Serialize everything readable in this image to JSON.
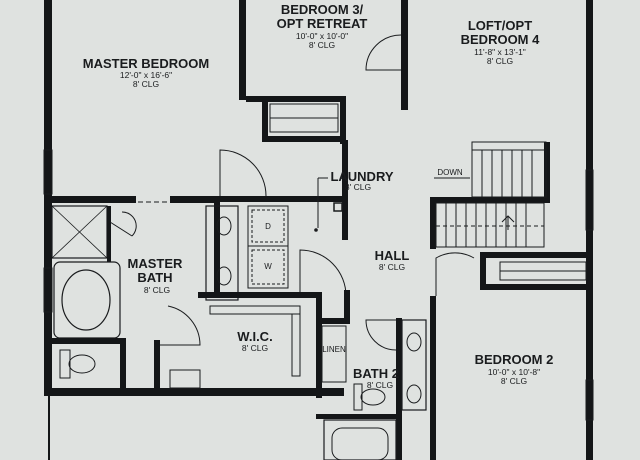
{
  "rooms": {
    "master_bedroom": {
      "name": "MASTER BEDROOM",
      "size": "12'-0\" x 16'-6\"",
      "ceiling": "8' CLG"
    },
    "bedroom3": {
      "name_line1": "BEDROOM 3/",
      "name_line2": "OPT RETREAT",
      "size": "10'-0\" x 10'-0\"",
      "ceiling": "8' CLG"
    },
    "loft": {
      "name_line1": "LOFT/OPT",
      "name_line2": "BEDROOM 4",
      "size": "11'-8\" x 13'-1\"",
      "ceiling": "8' CLG"
    },
    "laundry": {
      "name": "LAUNDRY",
      "ceiling": "8' CLG"
    },
    "master_bath": {
      "name_line1": "MASTER",
      "name_line2": "BATH",
      "ceiling": "8' CLG"
    },
    "hall": {
      "name": "HALL",
      "ceiling": "8' CLG"
    },
    "wic": {
      "name": "W.I.C.",
      "ceiling": "8' CLG"
    },
    "bath2": {
      "name": "BATH 2",
      "ceiling": "8' CLG"
    },
    "bedroom2": {
      "name": "BEDROOM 2",
      "size": "10'-0\" x 10'-8\"",
      "ceiling": "8' CLG"
    }
  },
  "annotations": {
    "stair": "DOWN",
    "linen": "LINEN",
    "washer": "W",
    "dryer": "D"
  },
  "colors": {
    "paper": "#dfe2e0",
    "ink": "#141618"
  }
}
